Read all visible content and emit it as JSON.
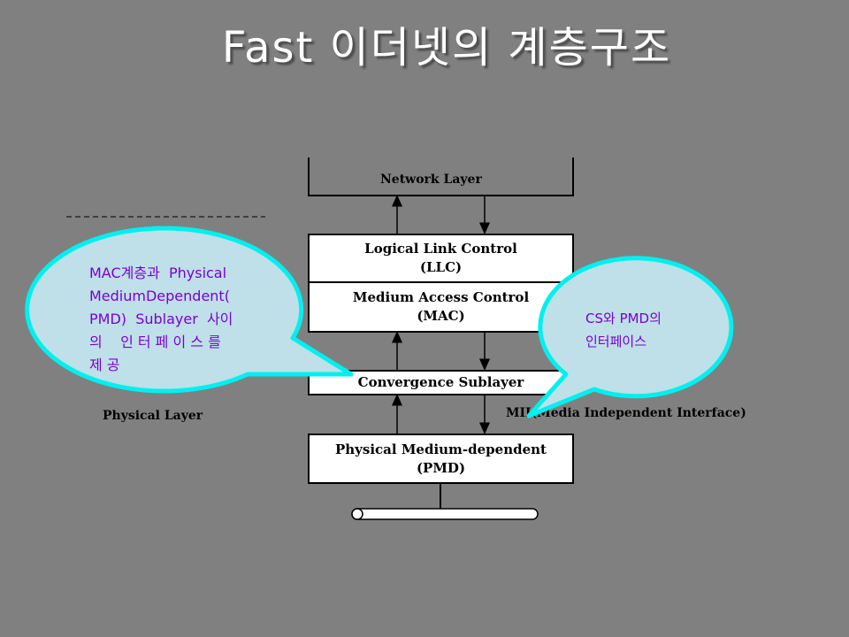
{
  "title": "Fast 이더넷의 계층구조",
  "diagram": {
    "network_layer": "Network Layer",
    "llc": {
      "line1": "Logical Link Control",
      "line2": "(LLC)"
    },
    "mac": {
      "line1": "Medium Access Control",
      "line2": "(MAC)"
    },
    "convergence": "Convergence Sublayer",
    "pmd": {
      "line1": "Physical Medium-dependent",
      "line2": "(PMD)"
    },
    "physical_layer": "Physical Layer",
    "mii": "MII(Media Independent Interface)"
  },
  "callouts": {
    "left": {
      "line1": "MAC계층과  Physical",
      "line2": "MediumDependent(",
      "line3": "PMD)  Sublayer  사이",
      "line4": "의    인 터 페 이 스 를",
      "line5": "제 공"
    },
    "right": {
      "line1": "CS와 PMD의",
      "line2": "인터페이스"
    }
  },
  "colors": {
    "background": "#808080",
    "bubble_fill": "#bfe0e8",
    "bubble_border": "#00f0f0",
    "callout_text": "#7a00d6"
  }
}
